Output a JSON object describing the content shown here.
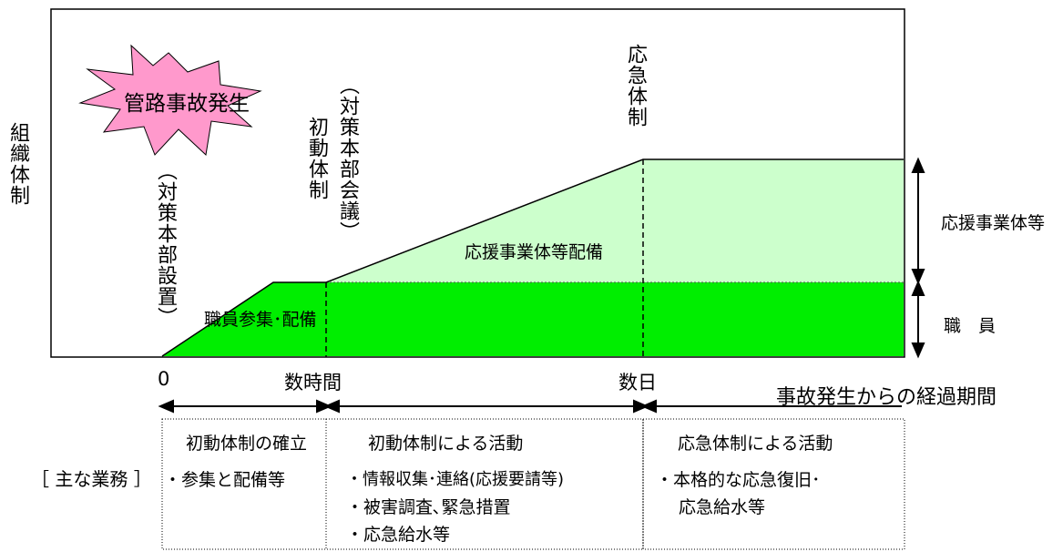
{
  "y_axis_label": "組織体制",
  "burst_label": "管路事故発生",
  "labels": {
    "setup": "（対策本部設置）",
    "initial_system": "初動体制",
    "meeting": "（対策本部会議）",
    "emergency_system": "応急体制",
    "staff_assembly": "職員参集･配備",
    "support_deploy": "応援事業体等配備",
    "right_support": "応援事業体等",
    "right_staff": "職　員"
  },
  "x_axis": {
    "t0": "0",
    "t1": "数時間",
    "t2": "数日",
    "title": "事故発生からの経過期間"
  },
  "tasks": {
    "row_label": "［ 主な業務 ］",
    "phases": [
      {
        "title": "初動体制の確立",
        "items": [
          "・参集と配備等"
        ]
      },
      {
        "title": "初動体制による活動",
        "items": [
          "・情報収集･連絡(応援要請等)",
          "・被害調査､緊急措置",
          "・応急給水等"
        ]
      },
      {
        "title": "応急体制による活動",
        "items": [
          "・本格的な応急復旧･",
          "応急給水等"
        ]
      }
    ]
  },
  "colors": {
    "staff_fill": "#00ee00",
    "support_fill": "#ccffcc",
    "burst_fill": "#ff99cc"
  }
}
